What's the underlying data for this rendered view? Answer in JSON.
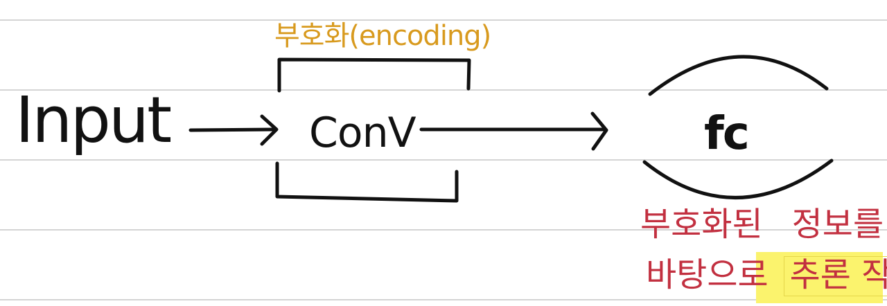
{
  "colors": {
    "ink": "#111111",
    "ruled_line": "#d4d4d4",
    "encoding_text": "#d89a1e",
    "note_text": "#c23040",
    "highlight": "#fbf36d"
  },
  "labels": {
    "input": "Input",
    "conv": "ConV",
    "fc": "fc",
    "encoding": "부호화(encoding)"
  },
  "note": {
    "line1_part1": "부호화된",
    "line1_part2": "정보를",
    "line2_part1": "바탕으로",
    "line2_highlight": "추론 작업!"
  }
}
